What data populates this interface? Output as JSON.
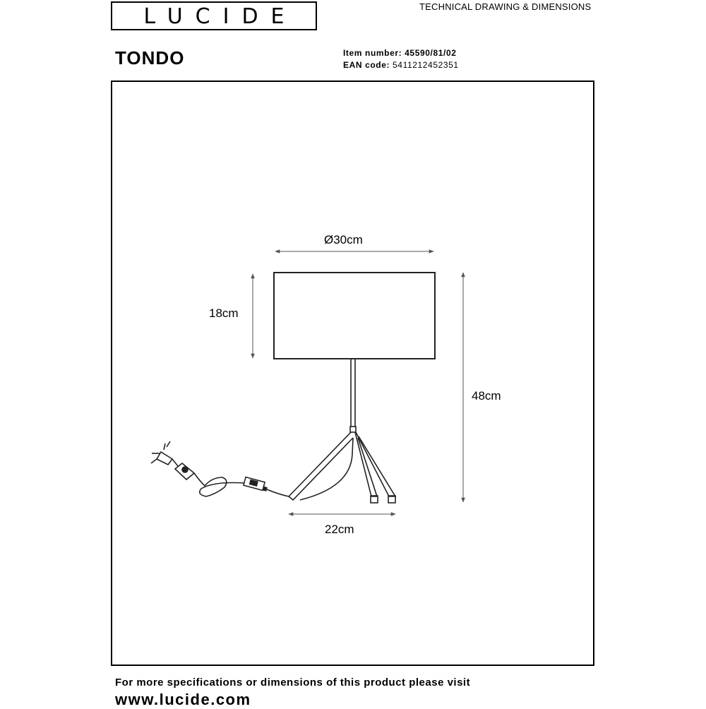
{
  "brand": {
    "logo_text": "LUCIDE"
  },
  "header": {
    "title": "TECHNICAL DRAWING & DIMENSIONS"
  },
  "product": {
    "name": "TONDO",
    "item_label": "Item number",
    "item_value": "45590/81/02",
    "ean_label": "EAN code",
    "ean_value": "5411212452351"
  },
  "dimensions": {
    "shade_diameter": "Ø30cm",
    "shade_height": "18cm",
    "total_height": "48cm",
    "base_width": "22cm"
  },
  "footer": {
    "line": "For more specifications or dimensions of this product please visit",
    "url": "www.lucide.com"
  }
}
